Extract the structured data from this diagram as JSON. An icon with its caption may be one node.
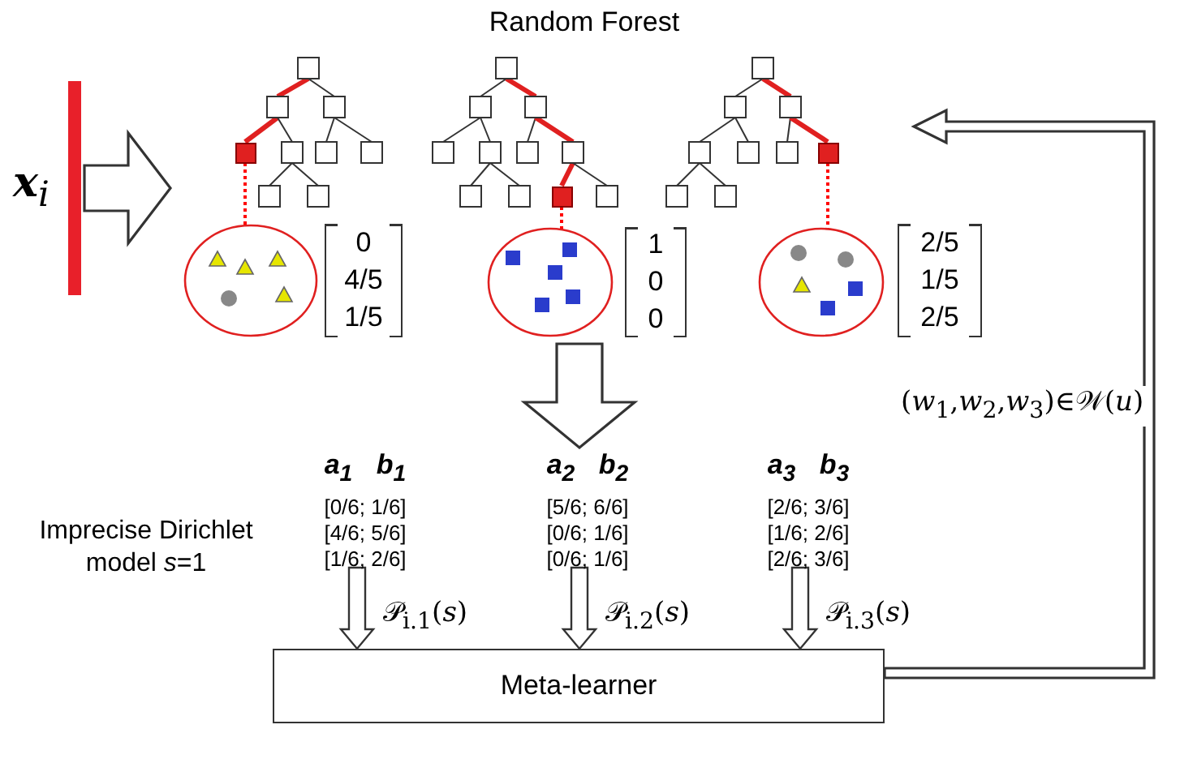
{
  "diagram": {
    "nodes": [
      {
        "text": [
          "**x**$_{i}$"
        ]
      },
      {
        "text": [
          "Random Forest"
        ]
      },
      {
        "text": [],
        "shape": "picture",
        "in": 1
      },
      {
        "text": [],
        "shape": "picture",
        "in": 1
      },
      {
        "text": [],
        "shape": "picture",
        "in": 1
      },
      {
        "text": [],
        "shape": "box",
        "in": 2
      },
      {
        "text": [],
        "shape": "box",
        "in": 3
      },
      {
        "text": [],
        "shape": "box",
        "in": 4
      },
      {
        "text": [],
        "shape": "circle",
        "in": 1,
        "beside": [
          "0",
          "4/5",
          "1/5"
        ]
      },
      {
        "text": [],
        "shape": "circle",
        "in": 1,
        "beside": [
          "1",
          "0",
          "0"
        ]
      },
      {
        "text": [],
        "shape": "circle",
        "in": 1,
        "beside": [
          "2/5",
          "1/5",
          "2/5"
        ]
      },
      {
        "text": [
          "a$_{1}$ b$_{1}$",
          "[0/6; 1/6] [4/6; 5/6] [1/6; 2/6]"
        ]
      },
      {
        "text": [
          "a$_{2}$ b$_{2}$",
          "[5/6; 6/6] [0/6; 1/6] [0/6; 1/6]"
        ]
      },
      {
        "text": [
          "a$_{3}$ b$_{3}$",
          "[2/6; 3/6] [1/6; 2/6] [2/6; 3/6]"
        ]
      },
      {
        "text": [
          "Meta-learner"
        ]
      }
    ],
    "edges": [
      {
        "from": 0,
        "to": 1,
        "arrow": "to",
        "style": "thick"
      },
      {
        "from": 5,
        "to": 8,
        "arrow": "none",
        "style": "dashed",
        "color": "#ff0000"
      },
      {
        "from": 6,
        "to": 9,
        "arrow": "none",
        "style": "dashed",
        "color": "#ff0000"
      },
      {
        "from": 7,
        "to": 10,
        "arrow": "none",
        "style": "dashed",
        "color": "#ff0000"
      },
      {
        "from": 1,
        "to": 12,
        "arrow": "to",
        "style": "thick"
      },
      {
        "from": 11,
        "to": 14,
        "arrow": "to",
        "label": "𝒫$_{i.1}$(*s*)"
      },
      {
        "from": 12,
        "to": 14,
        "arrow": "to",
        "label": "𝒫$_{i.2}$(*s*)"
      },
      {
        "from": 13,
        "to": 14,
        "arrow": "to",
        "label": "𝒫$_{i.3}$(*s*)"
      },
      {
        "from": 14,
        "to": 4,
        "arrow": "to",
        "style": "thick",
        "label": "(*w*$_{1}$,*w*$_{2}$,*w*$_{3}$)∈𝒲(*u*)"
      }
    ],
    "labels": [
      "Imprecise Dirichlet model *s*=1"
    ]
  }
}
